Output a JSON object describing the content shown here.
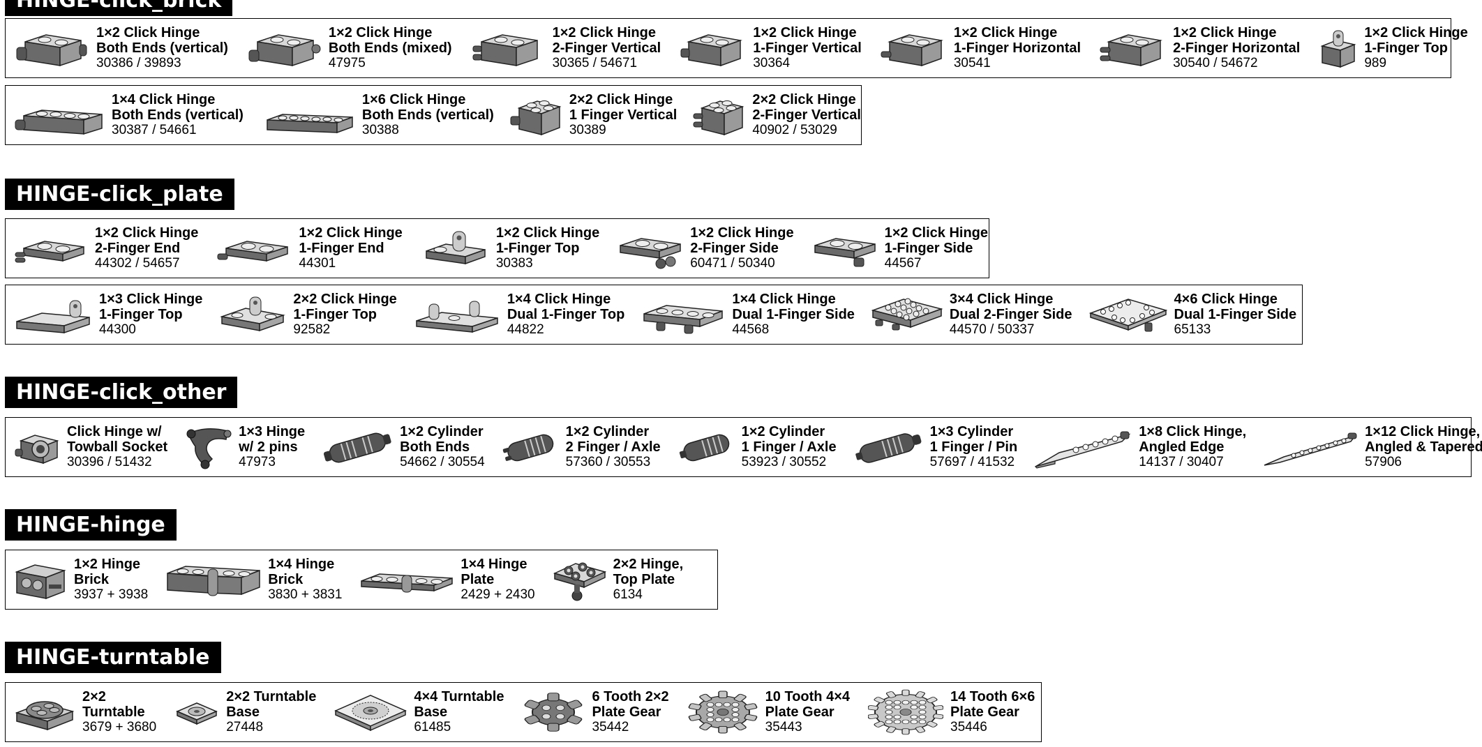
{
  "sections": [
    {
      "title": "HINGE-click_brick",
      "rows": [
        [
          {
            "icon": "brick-1x2-hinge-both-ends-vertical-icon",
            "line1": "1×2 Click Hinge",
            "line2": "Both Ends (vertical)",
            "number": "30386 / 39893"
          },
          {
            "icon": "brick-1x2-hinge-both-ends-mixed-icon",
            "line1": "1×2 Click Hinge",
            "line2": "Both Ends (mixed)",
            "number": "47975"
          },
          {
            "icon": "brick-1x2-hinge-2-finger-vertical-icon",
            "line1": "1×2 Click Hinge",
            "line2": "2-Finger Vertical",
            "number": "30365 / 54671"
          },
          {
            "icon": "brick-1x2-hinge-1-finger-vertical-icon",
            "line1": "1×2 Click Hinge",
            "line2": "1-Finger Vertical",
            "number": "30364"
          },
          {
            "icon": "brick-1x2-hinge-1-finger-horizontal-icon",
            "line1": "1×2 Click Hinge",
            "line2": "1-Finger Horizontal",
            "number": "30541"
          },
          {
            "icon": "brick-1x2-hinge-2-finger-horizontal-icon",
            "line1": "1×2 Click Hinge",
            "line2": "2-Finger Horizontal",
            "number": "30540 / 54672"
          },
          {
            "icon": "brick-1x2-hinge-1-finger-top-icon",
            "line1": "1×2 Click Hinge",
            "line2": "1-Finger Top",
            "number": "989"
          }
        ],
        [
          {
            "icon": "brick-1x4-hinge-both-ends-icon",
            "line1": "1×4 Click Hinge",
            "line2": "Both Ends (vertical)",
            "number": "30387 / 54661"
          },
          {
            "icon": "brick-1x6-hinge-both-ends-icon",
            "line1": "1×6 Click Hinge",
            "line2": "Both Ends (vertical)",
            "number": "30388"
          },
          {
            "icon": "brick-2x2-hinge-1-finger-vertical-icon",
            "line1": "2×2 Click Hinge",
            "line2": "1 Finger Vertical",
            "number": "30389"
          },
          {
            "icon": "brick-2x2-hinge-2-finger-vertical-icon",
            "line1": "2×2 Click Hinge",
            "line2": "2-Finger Vertical",
            "number": "40902 / 53029"
          }
        ]
      ]
    },
    {
      "title": "HINGE-click_plate",
      "rows": [
        [
          {
            "icon": "plate-1x2-hinge-2-finger-end-icon",
            "line1": "1×2 Click Hinge",
            "line2": "2-Finger End",
            "number": "44302 / 54657"
          },
          {
            "icon": "plate-1x2-hinge-1-finger-end-icon",
            "line1": "1×2 Click Hinge",
            "line2": "1-Finger End",
            "number": "44301"
          },
          {
            "icon": "plate-1x2-hinge-1-finger-top-icon",
            "line1": "1×2 Click Hinge",
            "line2": "1-Finger Top",
            "number": "30383"
          },
          {
            "icon": "plate-1x2-hinge-2-finger-side-icon",
            "line1": "1×2 Click Hinge",
            "line2": "2-Finger Side",
            "number": "60471 / 50340"
          },
          {
            "icon": "plate-1x2-hinge-1-finger-side-icon",
            "line1": "1×2 Click Hinge",
            "line2": "1-Finger Side",
            "number": "44567"
          }
        ],
        [
          {
            "icon": "plate-1x3-hinge-1-finger-top-icon",
            "line1": "1×3 Click Hinge",
            "line2": "1-Finger Top",
            "number": "44300"
          },
          {
            "icon": "plate-2x2-hinge-1-finger-top-icon",
            "line1": "2×2 Click Hinge",
            "line2": "1-Finger Top",
            "number": "92582"
          },
          {
            "icon": "plate-1x4-hinge-dual-1-finger-top-icon",
            "line1": "1×4 Click Hinge",
            "line2": "Dual 1-Finger Top",
            "number": "44822"
          },
          {
            "icon": "plate-1x4-hinge-dual-1-finger-side-icon",
            "line1": "1×4 Click Hinge",
            "line2": "Dual 1-Finger Side",
            "number": "44568"
          },
          {
            "icon": "plate-3x4-hinge-dual-2-finger-side-icon",
            "line1": "3×4 Click Hinge",
            "line2": "Dual 2-Finger Side",
            "number": "44570 / 50337"
          },
          {
            "icon": "plate-4x6-hinge-dual-1-finger-side-icon",
            "line1": "4×6 Click Hinge",
            "line2": "Dual 1-Finger Side",
            "number": "65133"
          }
        ]
      ]
    },
    {
      "title": "HINGE-click_other",
      "rows": [
        [
          {
            "icon": "click-hinge-towball-socket-icon",
            "line1": "Click Hinge w/",
            "line2": "Towball Socket",
            "number": "30396 / 51432"
          },
          {
            "icon": "hinge-1x3-with-2-pins-icon",
            "line1": "1×3 Hinge",
            "line2": "w/ 2 pins",
            "number": "47973"
          },
          {
            "icon": "cylinder-1x2-both-ends-icon",
            "line1": "1×2 Cylinder",
            "line2": "Both Ends",
            "number": "54662 / 30554"
          },
          {
            "icon": "cylinder-1x2-2-finger-axle-icon",
            "line1": "1×2 Cylinder",
            "line2": "2 Finger / Axle",
            "number": "57360 / 30553"
          },
          {
            "icon": "cylinder-1x2-1-finger-axle-icon",
            "line1": "1×2 Cylinder",
            "line2": "1 Finger / Axle",
            "number": "53923 / 30552"
          },
          {
            "icon": "cylinder-1x3-1-finger-pin-icon",
            "line1": "1×3 Cylinder",
            "line2": "1 Finger / Pin",
            "number": "57697 / 41532"
          },
          {
            "icon": "click-hinge-1x8-angled-edge-icon",
            "line1": "1×8 Click Hinge,",
            "line2": "Angled Edge",
            "number": "14137 / 30407"
          },
          {
            "icon": "click-hinge-1x12-angled-tapered-icon",
            "line1": "1×12 Click Hinge,",
            "line2": "Angled & Tapered",
            "number": "57906"
          }
        ]
      ]
    },
    {
      "title": "HINGE-hinge",
      "rows": [
        [
          {
            "icon": "hinge-1x2-brick-icon",
            "line1": "1×2 Hinge",
            "line2": "Brick",
            "number": "3937 + 3938"
          },
          {
            "icon": "hinge-1x4-brick-icon",
            "line1": "1×4 Hinge",
            "line2": "Brick",
            "number": "3830 + 3831"
          },
          {
            "icon": "hinge-1x4-plate-icon",
            "line1": "1×4 Hinge",
            "line2": "Plate",
            "number": "2429 + 2430"
          },
          {
            "icon": "hinge-2x2-top-plate-icon",
            "line1": "2×2 Hinge,",
            "line2": "Top Plate",
            "number": "6134"
          }
        ]
      ]
    },
    {
      "title": "HINGE-turntable",
      "rows": [
        [
          {
            "icon": "turntable-2x2-icon",
            "line1": "2×2",
            "line2": "Turntable",
            "number": "3679 + 3680"
          },
          {
            "icon": "turntable-2x2-base-icon",
            "line1": "2×2 Turntable",
            "line2": "Base",
            "number": "27448"
          },
          {
            "icon": "turntable-4x4-base-icon",
            "line1": "4×4 Turntable",
            "line2": "Base",
            "number": "61485"
          },
          {
            "icon": "plate-gear-6-tooth-icon",
            "line1": "6 Tooth 2×2",
            "line2": "Plate Gear",
            "number": "35442"
          },
          {
            "icon": "plate-gear-10-tooth-icon",
            "line1": "10 Tooth 4×4",
            "line2": "Plate Gear",
            "number": "35443"
          },
          {
            "icon": "plate-gear-14-tooth-icon",
            "line1": "14 Tooth 6×6",
            "line2": "Plate Gear",
            "number": "35446"
          }
        ]
      ]
    }
  ]
}
